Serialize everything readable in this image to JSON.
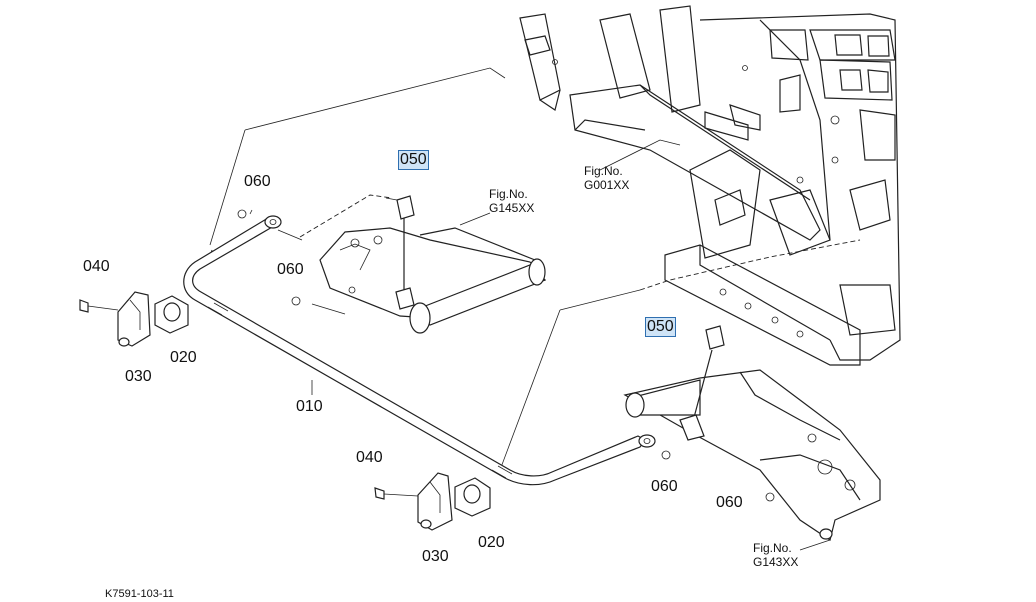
{
  "callouts": {
    "c010": "010",
    "c020_top": "020",
    "c030_top": "030",
    "c040_top": "040",
    "c050_top": "050",
    "c060_top_left": "060",
    "c060_top_mid": "060",
    "c020_bottom": "020",
    "c030_bottom": "030",
    "c040_bottom": "040",
    "c050_bottom": "050",
    "c060_bottom_mid": "060",
    "c060_bottom_right": "060"
  },
  "figure_refs": {
    "g145_label": "Fig.No.",
    "g145_code": "G145XX",
    "g001_label": "Fig.No.",
    "g001_code": "G001XX",
    "g143_label": "Fig.No.",
    "g143_code": "G143XX"
  },
  "drawing_code": "K7591-103-11",
  "colors": {
    "line": "#222222",
    "highlight_fill": "#cfe4f7",
    "highlight_border": "#2f6fb0"
  }
}
